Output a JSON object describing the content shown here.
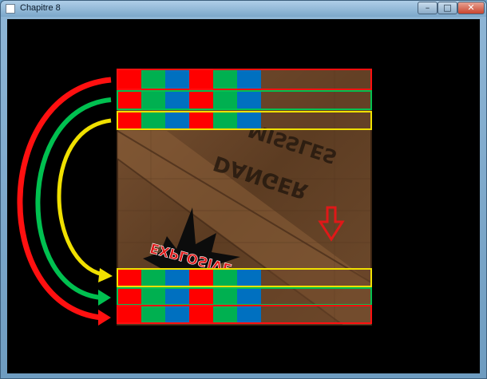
{
  "window": {
    "title": "Chapitre 8",
    "controls": {
      "minimize": "–",
      "maximize": "□",
      "close": "✕"
    }
  },
  "scene": {
    "crate_text": {
      "danger": "DANGER",
      "missiles": "MISSLES",
      "explosive": "EXPLOSIVE"
    },
    "stripe_colors": [
      "#ff0000",
      "#00b050",
      "#0070c0",
      "#ff0000",
      "#00b050",
      "#0070c0"
    ],
    "arrow_colors": {
      "red": "#ff1010",
      "green": "#00c050",
      "yellow": "#f0e000"
    }
  }
}
